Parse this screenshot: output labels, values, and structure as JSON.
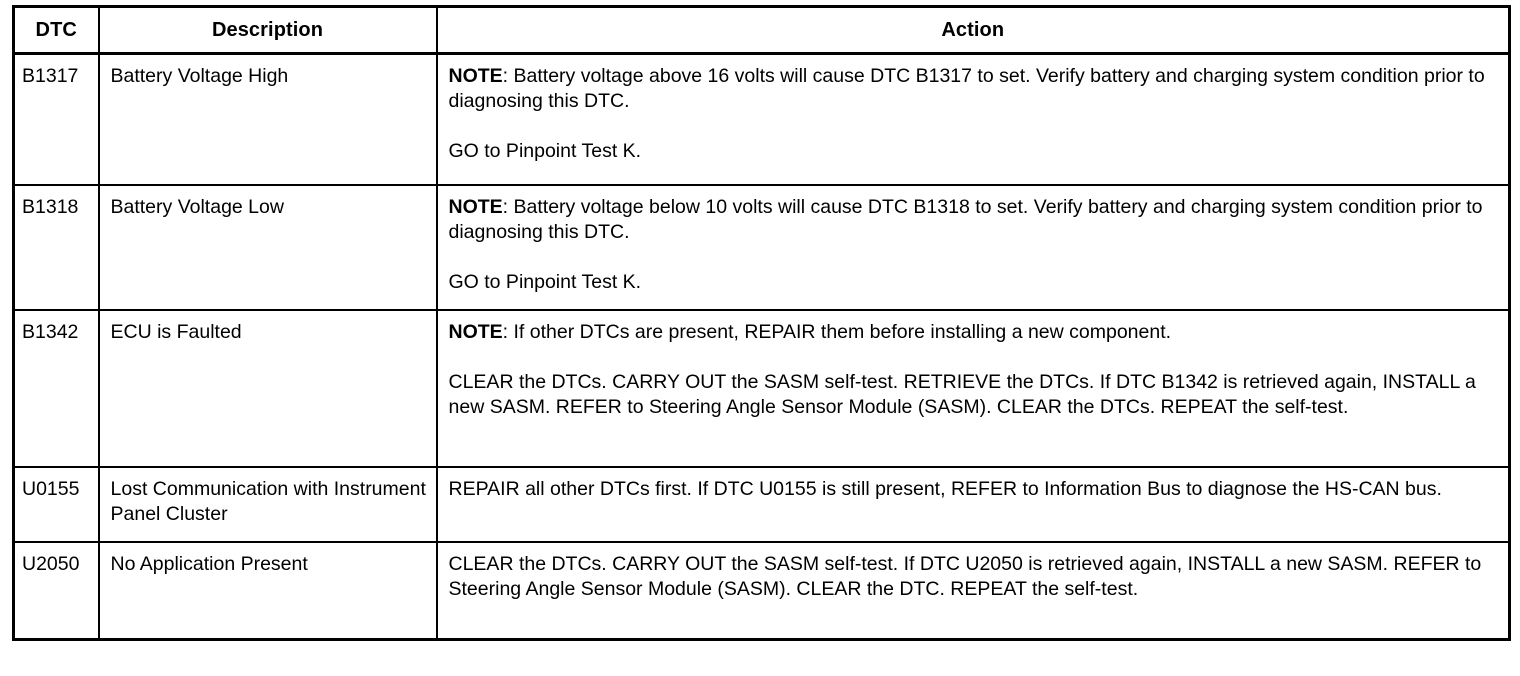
{
  "table": {
    "columns": [
      {
        "key": "dtc",
        "label": "DTC"
      },
      {
        "key": "description",
        "label": "Description"
      },
      {
        "key": "action",
        "label": "Action"
      }
    ],
    "rows": [
      {
        "dtc": "B1317",
        "description": "Battery Voltage High",
        "action_paragraphs": [
          {
            "note_label": "NOTE",
            "text": ": Battery voltage above 16 volts will cause DTC B1317 to set. Verify battery and charging system condition prior to diagnosing this DTC."
          },
          {
            "note_label": "",
            "text": "GO to Pinpoint Test K."
          }
        ]
      },
      {
        "dtc": "B1318",
        "description": "Battery Voltage Low",
        "action_paragraphs": [
          {
            "note_label": "NOTE",
            "text": ": Battery voltage below 10 volts will cause DTC B1318 to set. Verify battery and charging system condition prior to diagnosing this DTC."
          },
          {
            "note_label": "",
            "text": "GO to Pinpoint Test K."
          }
        ]
      },
      {
        "dtc": "B1342",
        "description": "ECU is Faulted",
        "action_paragraphs": [
          {
            "note_label": "NOTE",
            "text": ": If other DTCs are present, REPAIR them before installing a new component."
          },
          {
            "note_label": "",
            "text": "CLEAR the DTCs. CARRY OUT the SASM self-test. RETRIEVE the DTCs. If DTC B1342 is retrieved again, INSTALL a new SASM. REFER to Steering Angle Sensor Module (SASM). CLEAR the DTCs. REPEAT the self-test."
          }
        ]
      },
      {
        "dtc": "U0155",
        "description": "Lost Communication with Instrument Panel Cluster",
        "action_paragraphs": [
          {
            "note_label": "",
            "text": "REPAIR all other DTCs first. If DTC U0155 is still present, REFER to Information Bus to diagnose the HS-CAN bus."
          }
        ]
      },
      {
        "dtc": "U2050",
        "description": "No Application Present",
        "action_paragraphs": [
          {
            "note_label": "",
            "text": "CLEAR the DTCs. CARRY OUT the SASM self-test. If DTC U2050 is retrieved again, INSTALL a new SASM. REFER to Steering Angle Sensor Module (SASM). CLEAR the DTC. REPEAT the self-test."
          }
        ]
      }
    ]
  },
  "colors": {
    "text": "#000000",
    "border": "#000000",
    "background": "#ffffff"
  }
}
